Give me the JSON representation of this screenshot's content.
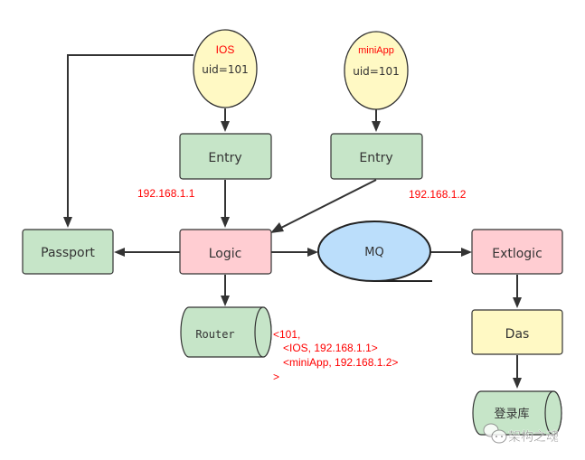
{
  "colors": {
    "green_node": "#c6e5c8",
    "pink_node": "#ffcdd2",
    "yellow_node": "#fff9c4",
    "blue_node": "#bbdefb",
    "stroke": "#333333",
    "annotation": "#ff0000"
  },
  "nodes": {
    "ios": {
      "title": "IOS",
      "subtitle": "uid=101"
    },
    "miniapp": {
      "title": "miniApp",
      "subtitle": "uid=101"
    },
    "entry1": {
      "label": "Entry"
    },
    "entry2": {
      "label": "Entry"
    },
    "passport": {
      "label": "Passport"
    },
    "logic": {
      "label": "Logic"
    },
    "mq": {
      "label": "MQ"
    },
    "extlogic": {
      "label": "Extlogic"
    },
    "router": {
      "label": "Router"
    },
    "das": {
      "label": "Das"
    },
    "login_db": {
      "label": "登录库"
    }
  },
  "annotations": {
    "ip1": "192.168.1.1",
    "ip2": "192.168.1.2",
    "router_mapping": [
      "<101,",
      "<IOS, 192.168.1.1>",
      "<miniApp, 192.168.1.2>",
      ">"
    ]
  },
  "edges": [
    {
      "from": "ios",
      "to": "entry1"
    },
    {
      "from": "ios",
      "to": "passport"
    },
    {
      "from": "miniapp",
      "to": "entry2"
    },
    {
      "from": "entry1",
      "to": "logic"
    },
    {
      "from": "entry2",
      "to": "logic"
    },
    {
      "from": "logic",
      "to": "passport"
    },
    {
      "from": "logic",
      "to": "mq"
    },
    {
      "from": "logic",
      "to": "router"
    },
    {
      "from": "mq",
      "to": "extlogic"
    },
    {
      "from": "extlogic",
      "to": "das"
    },
    {
      "from": "das",
      "to": "login_db"
    }
  ],
  "watermark": {
    "text": "架构之魂",
    "icon": "wechat-icon"
  }
}
